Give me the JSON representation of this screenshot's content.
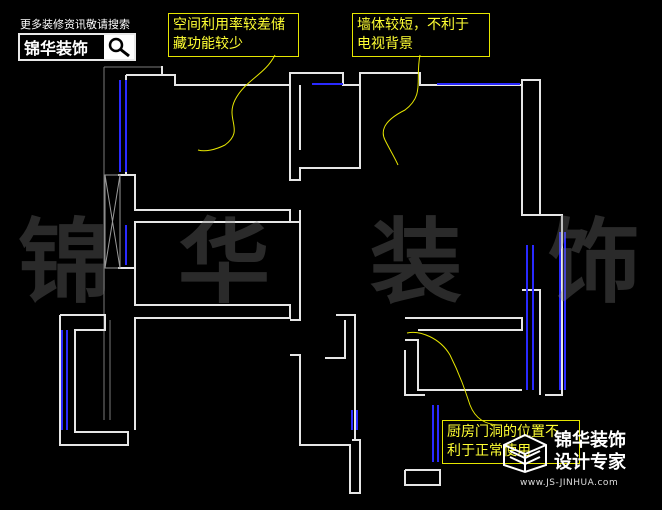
{
  "header": {
    "tagline": "更多装修资讯敬请搜索",
    "logo_text": "锦华装饰"
  },
  "notes": [
    {
      "line1": "空间利用率较差储",
      "line2": "藏功能较少"
    },
    {
      "line1": "墙体较短，不利于",
      "line2": "电视背景"
    },
    {
      "line1": "厨房门洞的位置不",
      "line2": "利于正常使用"
    }
  ],
  "watermark": [
    "锦",
    "华",
    "装",
    "饰"
  ],
  "brand": {
    "name_line1": "锦华装饰",
    "name_line2": "设计专家",
    "url": "www.JS-JINHUA.com"
  },
  "colors": {
    "background": "#000000",
    "wall": "#e6e6e6",
    "window": "#2a2aff",
    "note": "#ffff33",
    "watermark": "#787878"
  },
  "icons": {
    "logo_search": "magnifier-icon",
    "brand_mark": "cube-icon"
  }
}
